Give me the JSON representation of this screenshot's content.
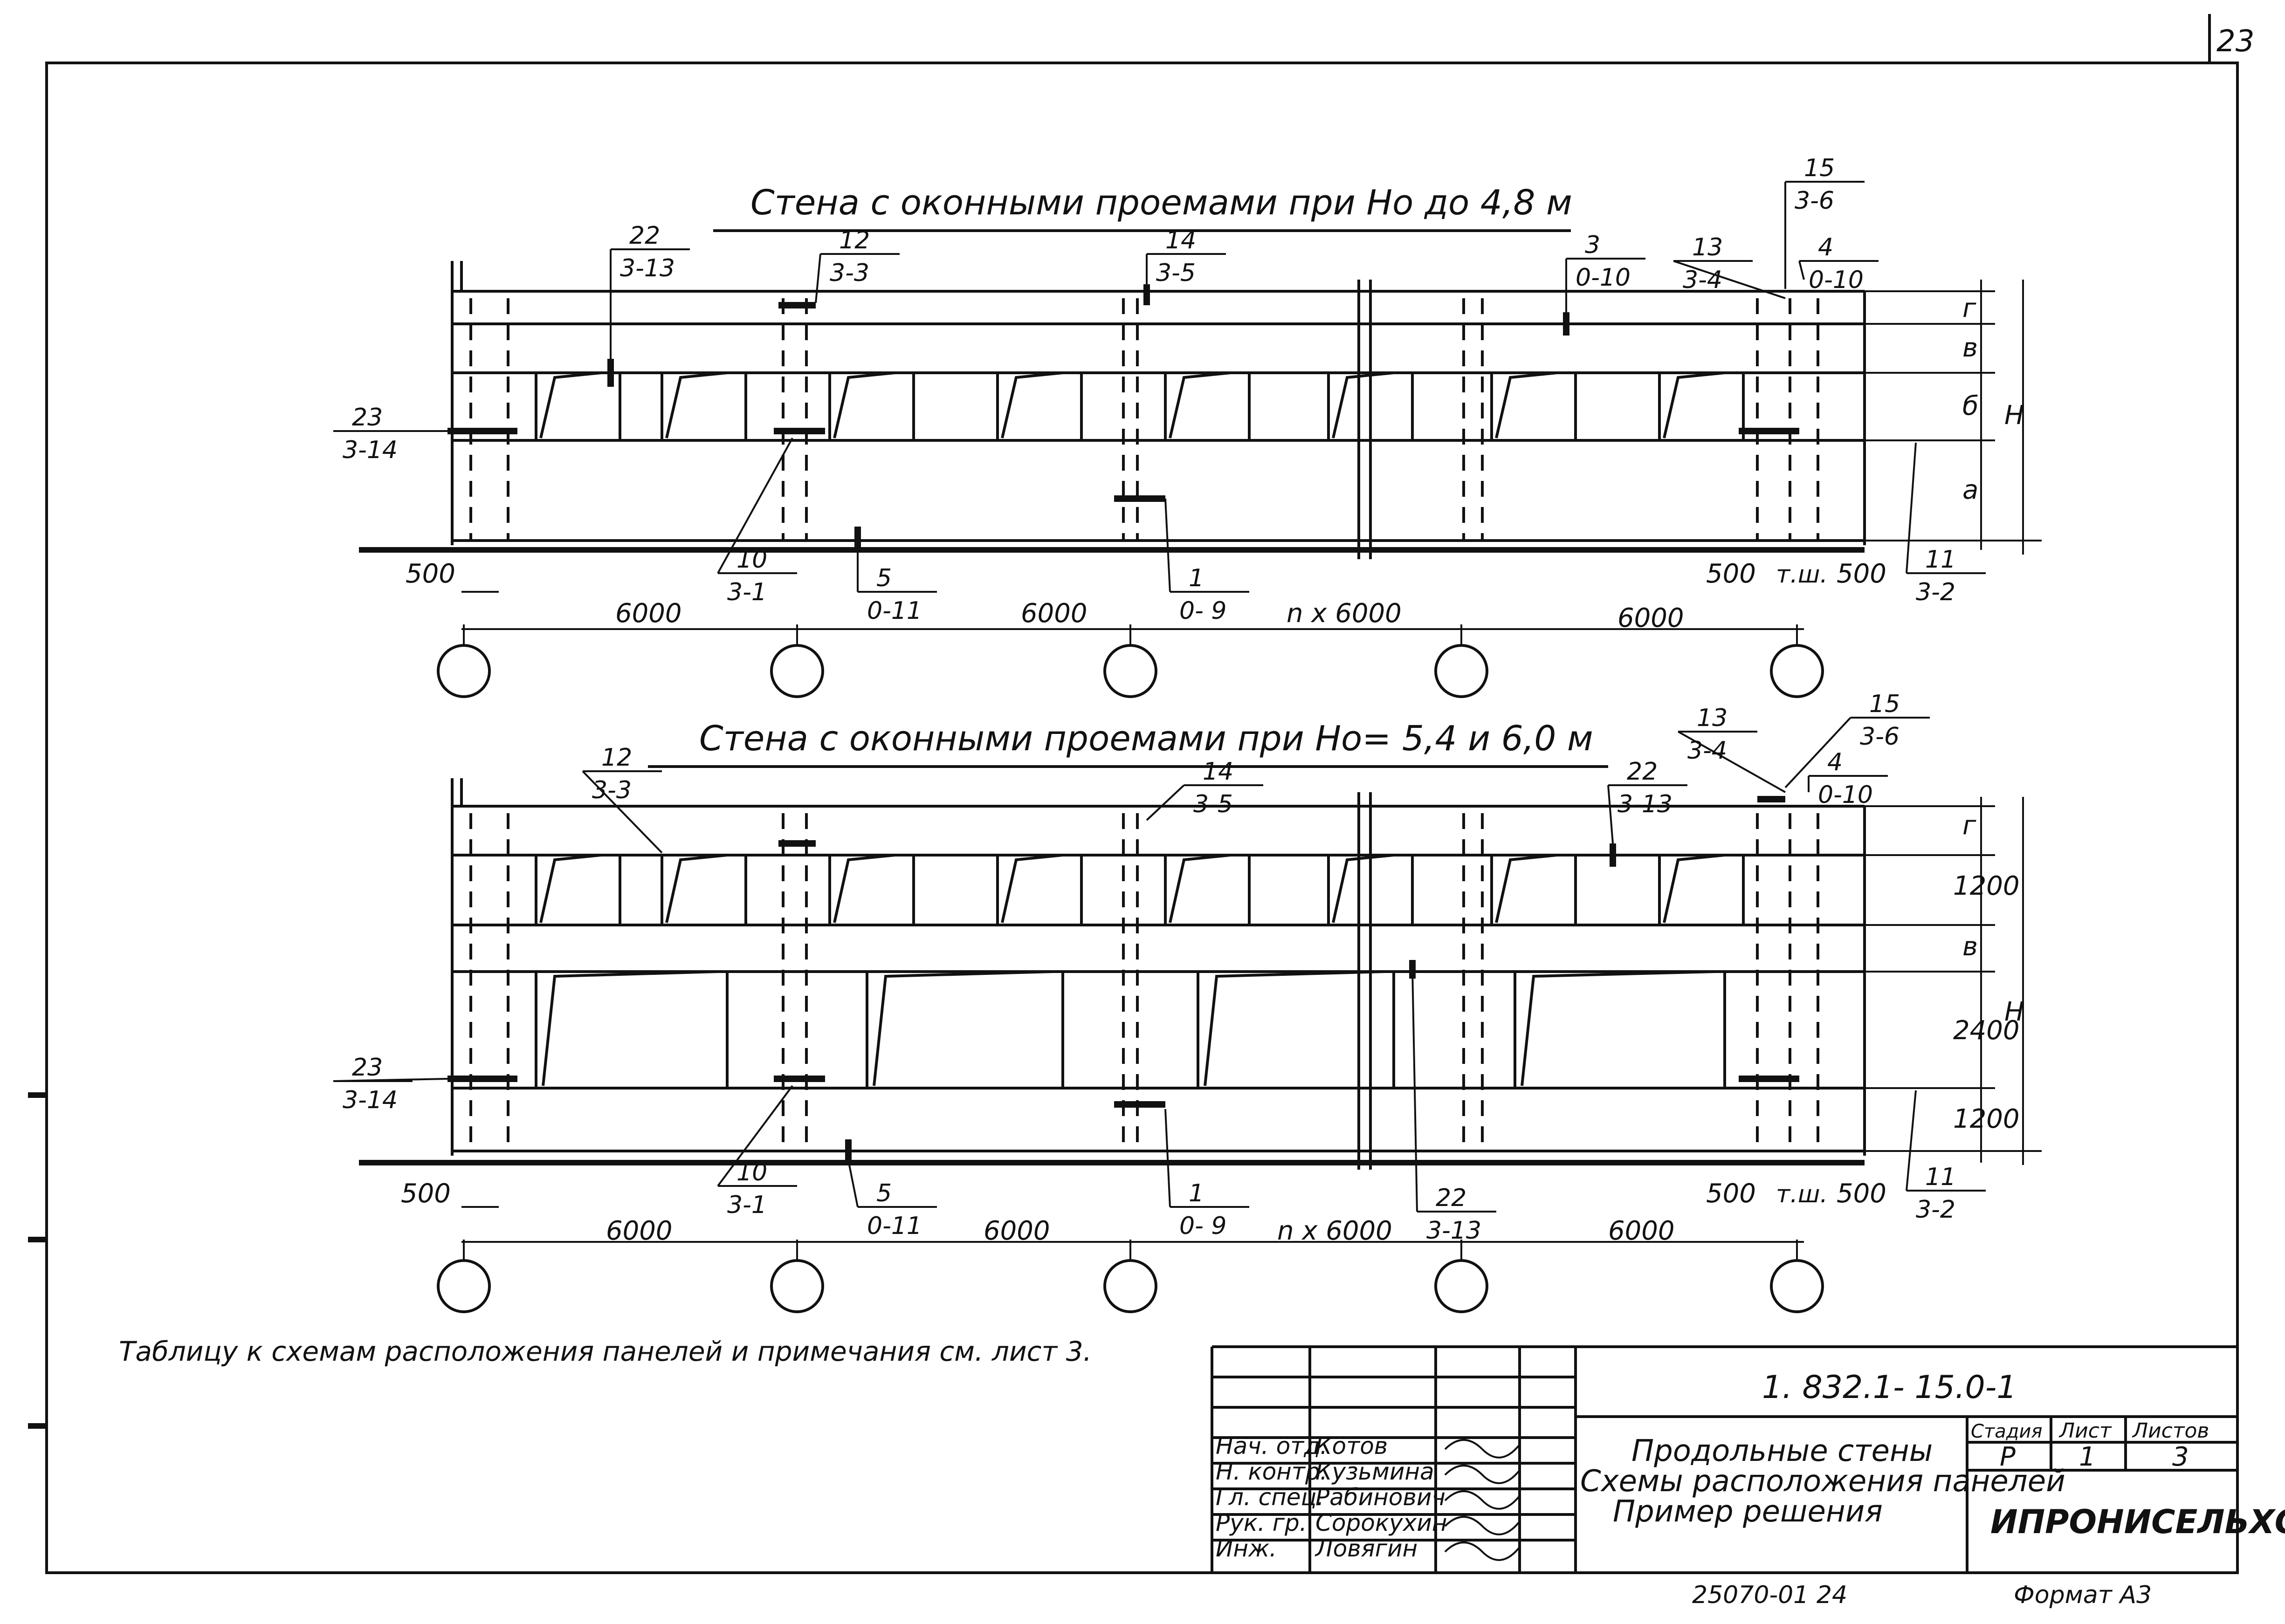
{
  "page_number": "23",
  "wall1": {
    "title": "Стена с оконными проемами при Ho до 4,8 м",
    "callouts": [
      {
        "top": "22",
        "bot": "3-13"
      },
      {
        "top": "12",
        "bot": "3-3"
      },
      {
        "top": "14",
        "bot": "3-5"
      },
      {
        "top": "3",
        "bot": "0-10"
      },
      {
        "top": "13",
        "bot": "3-4"
      },
      {
        "top": "15",
        "bot": "3-6"
      },
      {
        "top": "4",
        "bot": "0-10"
      },
      {
        "top": "23",
        "bot": "3-14"
      },
      {
        "top": "10",
        "bot": "3-1"
      },
      {
        "top": "5",
        "bot": "0-11"
      },
      {
        "top": "1",
        "bot": "0- 9"
      },
      {
        "top": "11",
        "bot": "3-2"
      }
    ],
    "dims": {
      "left": "500",
      "right_a": "500",
      "right_b": "500",
      "tsh": "т.ш.",
      "spans": [
        "6000",
        "6000",
        "n x 6000",
        "6000"
      ]
    },
    "heights": [
      "г",
      "в",
      "б",
      "а",
      "H"
    ]
  },
  "wall2": {
    "title": "Стена с оконными проемами при Ho= 5,4 и 6,0 м",
    "callouts": [
      {
        "top": "12",
        "bot": "3-3"
      },
      {
        "top": "14",
        "bot": "3-5"
      },
      {
        "top": "22",
        "bot": "3-13"
      },
      {
        "top": "13",
        "bot": "3-4"
      },
      {
        "top": "15",
        "bot": "3-6"
      },
      {
        "top": "4",
        "bot": "0-10"
      },
      {
        "top": "23",
        "bot": "3-14"
      },
      {
        "top": "10",
        "bot": "3-1"
      },
      {
        "top": "5",
        "bot": "0-11"
      },
      {
        "top": "1",
        "bot": "0- 9"
      },
      {
        "top": "22",
        "bot": "3-13"
      },
      {
        "top": "11",
        "bot": "3-2"
      }
    ],
    "dims": {
      "left": "500",
      "right_a": "500",
      "right_b": "500",
      "tsh": "т.ш.",
      "spans": [
        "6000",
        "6000",
        "n x 6000",
        "6000"
      ]
    },
    "heights": [
      "г",
      "1200",
      "в",
      "2400",
      "1200",
      "H"
    ]
  },
  "note": "Таблицу к схемам расположения панелей и примечания см. лист 3.",
  "title_block": {
    "code": "1. 832.1- 15.0-1",
    "rows": [
      {
        "role": "Нач. отд.",
        "name": "Котов"
      },
      {
        "role": "Н. контр.",
        "name": "Кузьмина"
      },
      {
        "role": "Гл. спец.",
        "name": "Рабинович"
      },
      {
        "role": "Рук. гр.",
        "name": "Сорокухин"
      },
      {
        "role": "Инж.",
        "name": "Ловягин"
      }
    ],
    "description": [
      "Продольные стены",
      "Схемы расположения панелей",
      "Пример решения"
    ],
    "stage_header": "Стадия",
    "sheet_header": "Лист",
    "sheets_header": "Листов",
    "stage": "Р",
    "sheet": "1",
    "sheets": "3",
    "org": "ИПРОНИСЕЛЬХОЗ",
    "archive": "25070-01  24",
    "format": "Формат А3"
  }
}
